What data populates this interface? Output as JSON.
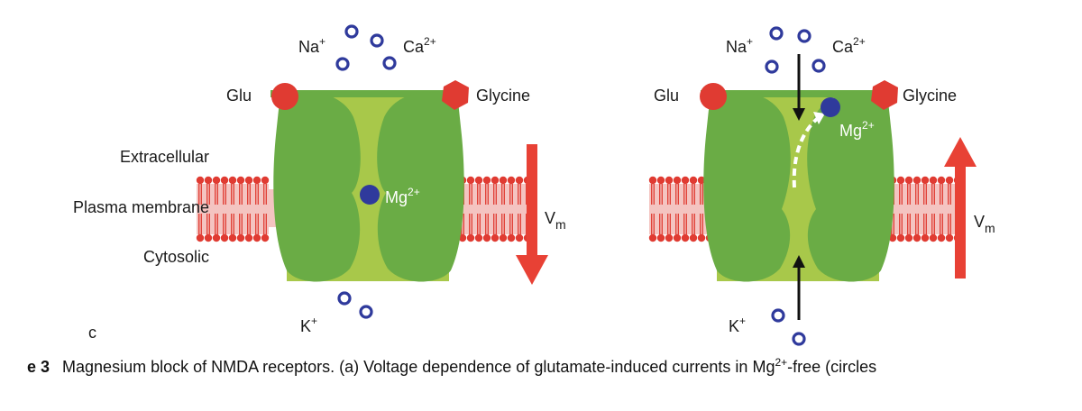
{
  "labels": {
    "na": "Na",
    "na_sup": "+",
    "ca": "Ca",
    "ca_sup": "2+",
    "glu": "Glu",
    "glycine": "Glycine",
    "mg": "Mg",
    "mg_sup": "2+",
    "k": "K",
    "k_sup": "+",
    "vm": "V",
    "vm_sub": "m",
    "extracellular": "Extracellular",
    "plasma_membrane": "Plasma membrane",
    "cytosolic": "Cytosolic",
    "panel_letter": "c"
  },
  "caption": {
    "figure_tag": "e 3",
    "text_a": "Magnesium block of NMDA receptors. (a) Voltage dependence of glutamate-induced currents in Mg",
    "text_sup": "2+",
    "text_b": "-free (circles"
  },
  "colors": {
    "receptor_outer": "#6aac45",
    "receptor_inner": "#a8c84a",
    "ligand": "#e03b32",
    "ion": "#2f3a9c",
    "membrane": "#e03b32",
    "membrane_fill": "#f4c4c1",
    "arrow_vm": "#e84135",
    "arrow_flux": "#111111"
  },
  "panels": [
    {
      "name": "left",
      "state": "blocked",
      "vm_direction": "down"
    },
    {
      "name": "right",
      "state": "unblocked",
      "vm_direction": "up"
    }
  ]
}
